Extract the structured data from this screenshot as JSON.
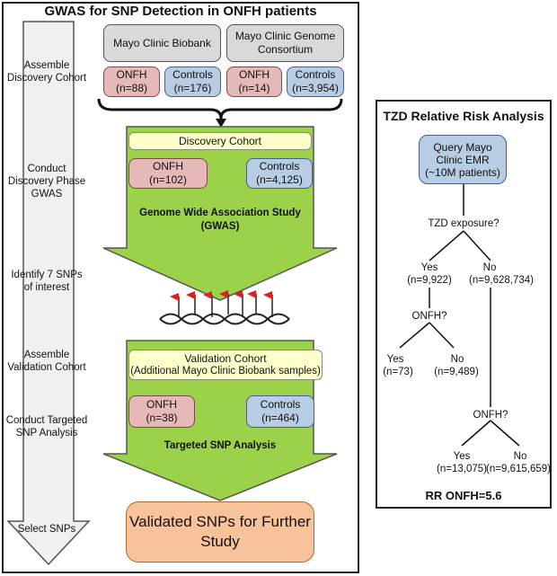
{
  "gwas_panel": {
    "title": "GWAS for SNP Detection in ONFH patients",
    "stages": [
      "Assemble Discovery Cohort",
      "Conduct Discovery Phase GWAS",
      "Identify 7 SNPs of interest",
      "Assemble Validation Cohort",
      "Conduct Targeted SNP Analysis",
      "Select SNPs"
    ],
    "sources": {
      "biobank": "Mayo Clinic Biobank",
      "genome_consortium": "Mayo Clinic Genome Consortium"
    },
    "source_groups": [
      {
        "label": "ONFH",
        "n": "(n=88)"
      },
      {
        "label": "Controls",
        "n": "(n=176)"
      },
      {
        "label": "ONFH",
        "n": "(n=14)"
      },
      {
        "label": "Controls",
        "n": "(n=3,954)"
      }
    ],
    "discovery": {
      "cohort_label": "Discovery Cohort",
      "onfh": "ONFH",
      "onfh_n": "(n=102)",
      "controls": "Controls",
      "controls_n": "(n=4,125)",
      "study_line1": "Genome Wide Association Study",
      "study_line2": "(GWAS)"
    },
    "validation": {
      "cohort_label": "Validation Cohort",
      "cohort_sub": "(Additional Mayo Clinic Biobank samples)",
      "onfh": "ONFH",
      "onfh_n": "(n=38)",
      "controls": "Controls",
      "controls_n": "(n=464)",
      "study": "Targeted SNP Analysis"
    },
    "result_line1": "Validated SNPs for Further",
    "result_line2": "Study"
  },
  "tzd_panel": {
    "title": "TZD Relative Risk Analysis",
    "query_lines": [
      "Query Mayo",
      "Clinic EMR",
      "(~10M patients)"
    ],
    "exposure_question": "TZD  exposure?",
    "exposed_yes": "Yes",
    "exposed_yes_n": "(n=9,922)",
    "exposed_no": "No",
    "exposed_no_n": "(n=9,628,734)",
    "onfh_q1": "ONFH?",
    "yes1": "Yes",
    "yes1_n": "(n=73)",
    "no1": "No",
    "no1_n": "(n=9,489)",
    "onfh_q2": "ONFH?",
    "yes2": "Yes",
    "yes2_n": "(n=13,075)",
    "no2": "No",
    "no2_n": "(n=9,615,659)",
    "rr": "RR ONFH=5.6"
  },
  "colors": {
    "onfh": "#e6b8b7",
    "controls": "#b8cce4",
    "source": "#d9d9d9",
    "cohort": "#ffffcc",
    "study": "#9bd24a",
    "result": "#f8c39a",
    "query": "#b8cce4"
  }
}
